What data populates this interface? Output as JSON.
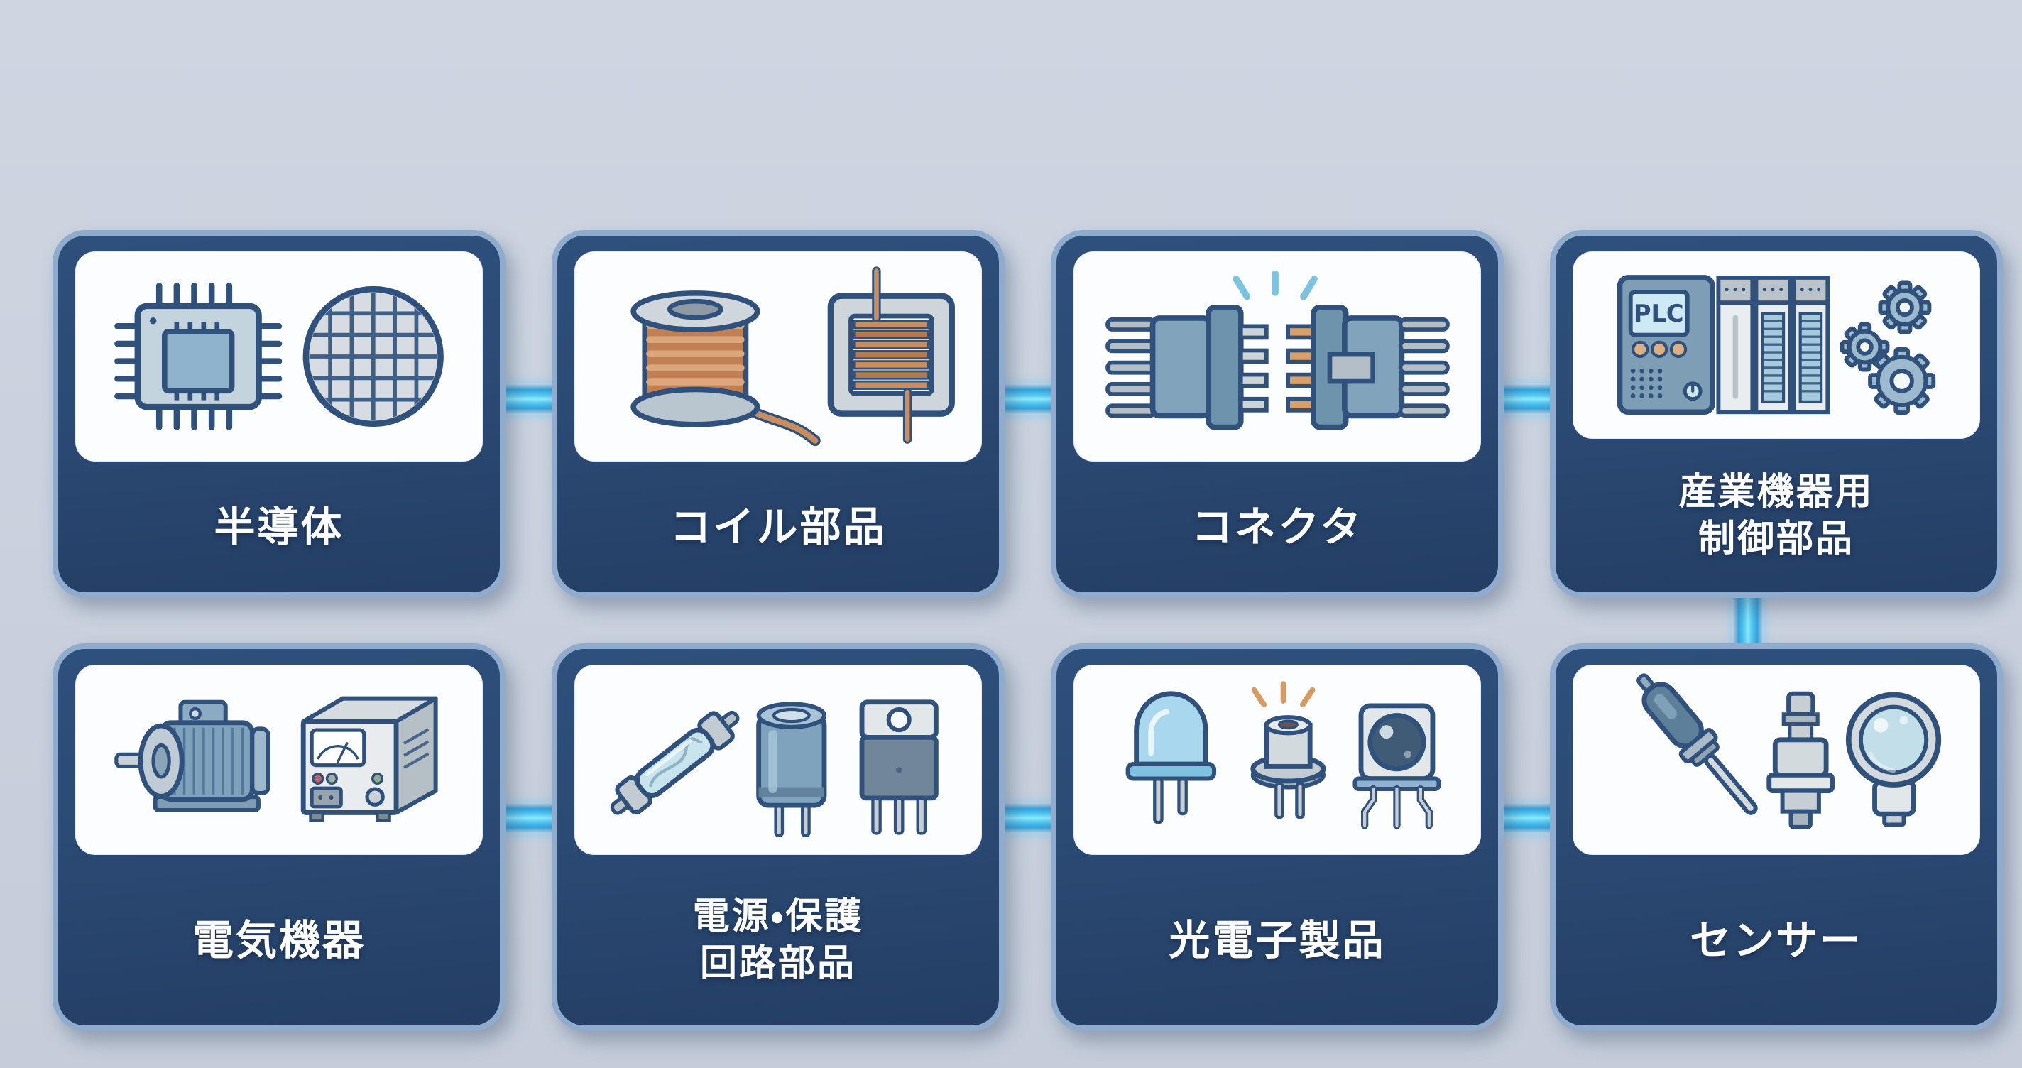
{
  "diagram_title": "",
  "cards": [
    {
      "id": "semiconductor",
      "label": "半導体",
      "icon": "chip-wafer-icon"
    },
    {
      "id": "coil-components",
      "label": "コイル部品",
      "icon": "wire-spool-transformer-icon"
    },
    {
      "id": "connectors",
      "label": "コネクタ",
      "icon": "connector-pair-icon"
    },
    {
      "id": "industrial-control",
      "label": "産業機器用\n制御部品",
      "icon": "plc-gears-icon",
      "plc_label": "PLC"
    },
    {
      "id": "electrical-equipment",
      "label": "電気機器",
      "icon": "motor-power-supply-icon"
    },
    {
      "id": "power-protection",
      "label": "電源・保護\n回路部品",
      "icon": "fuse-capacitor-regulator-icon"
    },
    {
      "id": "optoelectronics",
      "label": "光電子製品",
      "icon": "led-laser-photodiode-icon"
    },
    {
      "id": "sensors",
      "label": "センサー",
      "icon": "probe-pressure-photo-sensor-icon"
    }
  ],
  "colors": {
    "background": "#c9d1de",
    "card_fill": "#2b4a74",
    "card_border": "#8fabce",
    "panel_fill": "#fcfdff",
    "label_text": "#ffffff",
    "icon_outline": "#2f517b",
    "connector_core": "#8deaff",
    "connector_edge": "#35a3dd",
    "copper": "#c98e5f"
  }
}
